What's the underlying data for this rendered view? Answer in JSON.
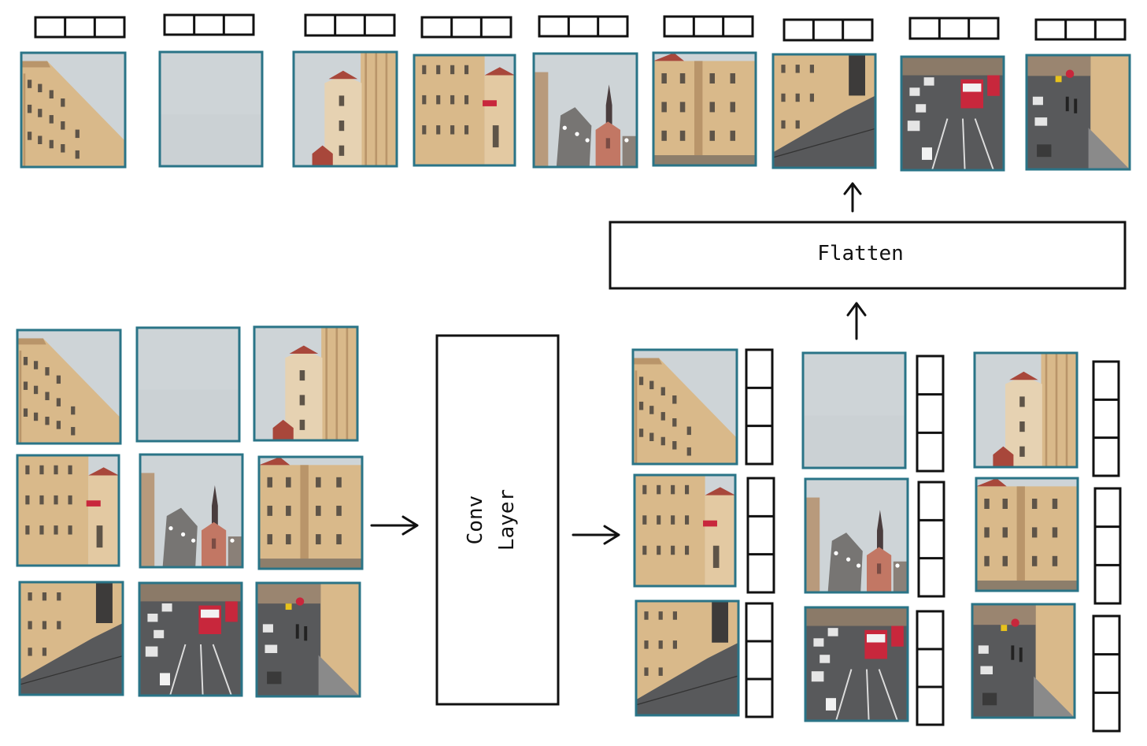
{
  "flatten_label": "Flatten",
  "conv_label_line1": "Conv",
  "conv_label_line2": "Layer",
  "colors": {
    "tile_border": "#2a7487",
    "sky": "#ced4d7",
    "building": "#d9b98a",
    "building_shadow": "#b9956a",
    "window": "#5e5448",
    "roof": "#a8473b",
    "street": "#58595b",
    "tram": "#c8273c",
    "church": "#c27764",
    "spire": "#4a3d3e",
    "stroke": "#111111"
  },
  "patch_scenes": [
    "building-left",
    "sky",
    "building-right",
    "building-mid",
    "church",
    "building-corner",
    "street-left",
    "street-traffic",
    "street-right"
  ]
}
